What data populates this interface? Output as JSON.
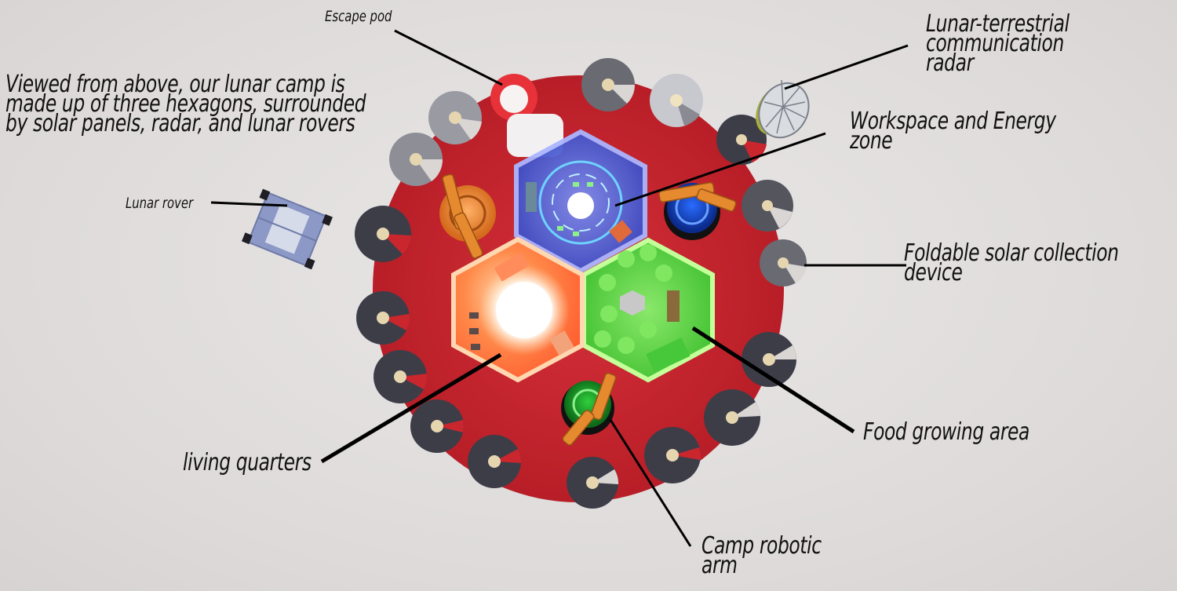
{
  "description": {
    "lines": [
      "Viewed from above, our lunar camp is",
      "made up of three hexagons, surrounded",
      "by solar panels, radar, and lunar rovers"
    ]
  },
  "labels": {
    "escape_pod": "Escape pod",
    "lunar_rover": "Lunar rover",
    "radar": [
      "Lunar-terrestrial",
      "communication",
      "radar"
    ],
    "workspace": [
      "Workspace and Energy",
      "zone"
    ],
    "solar": [
      "Foldable solar collection",
      "device"
    ],
    "food": "Food growing area",
    "living": "living quarters",
    "robotic_arm": [
      "Camp robotic",
      "arm"
    ]
  },
  "colors": {
    "base_disc": "#c9262e",
    "living_module": "#ff6a3a",
    "workspace_module": "#3f5fd8",
    "food_module": "#4fd33d",
    "solar_panel": "#3d3d48",
    "arm": "#e58a2f"
  }
}
